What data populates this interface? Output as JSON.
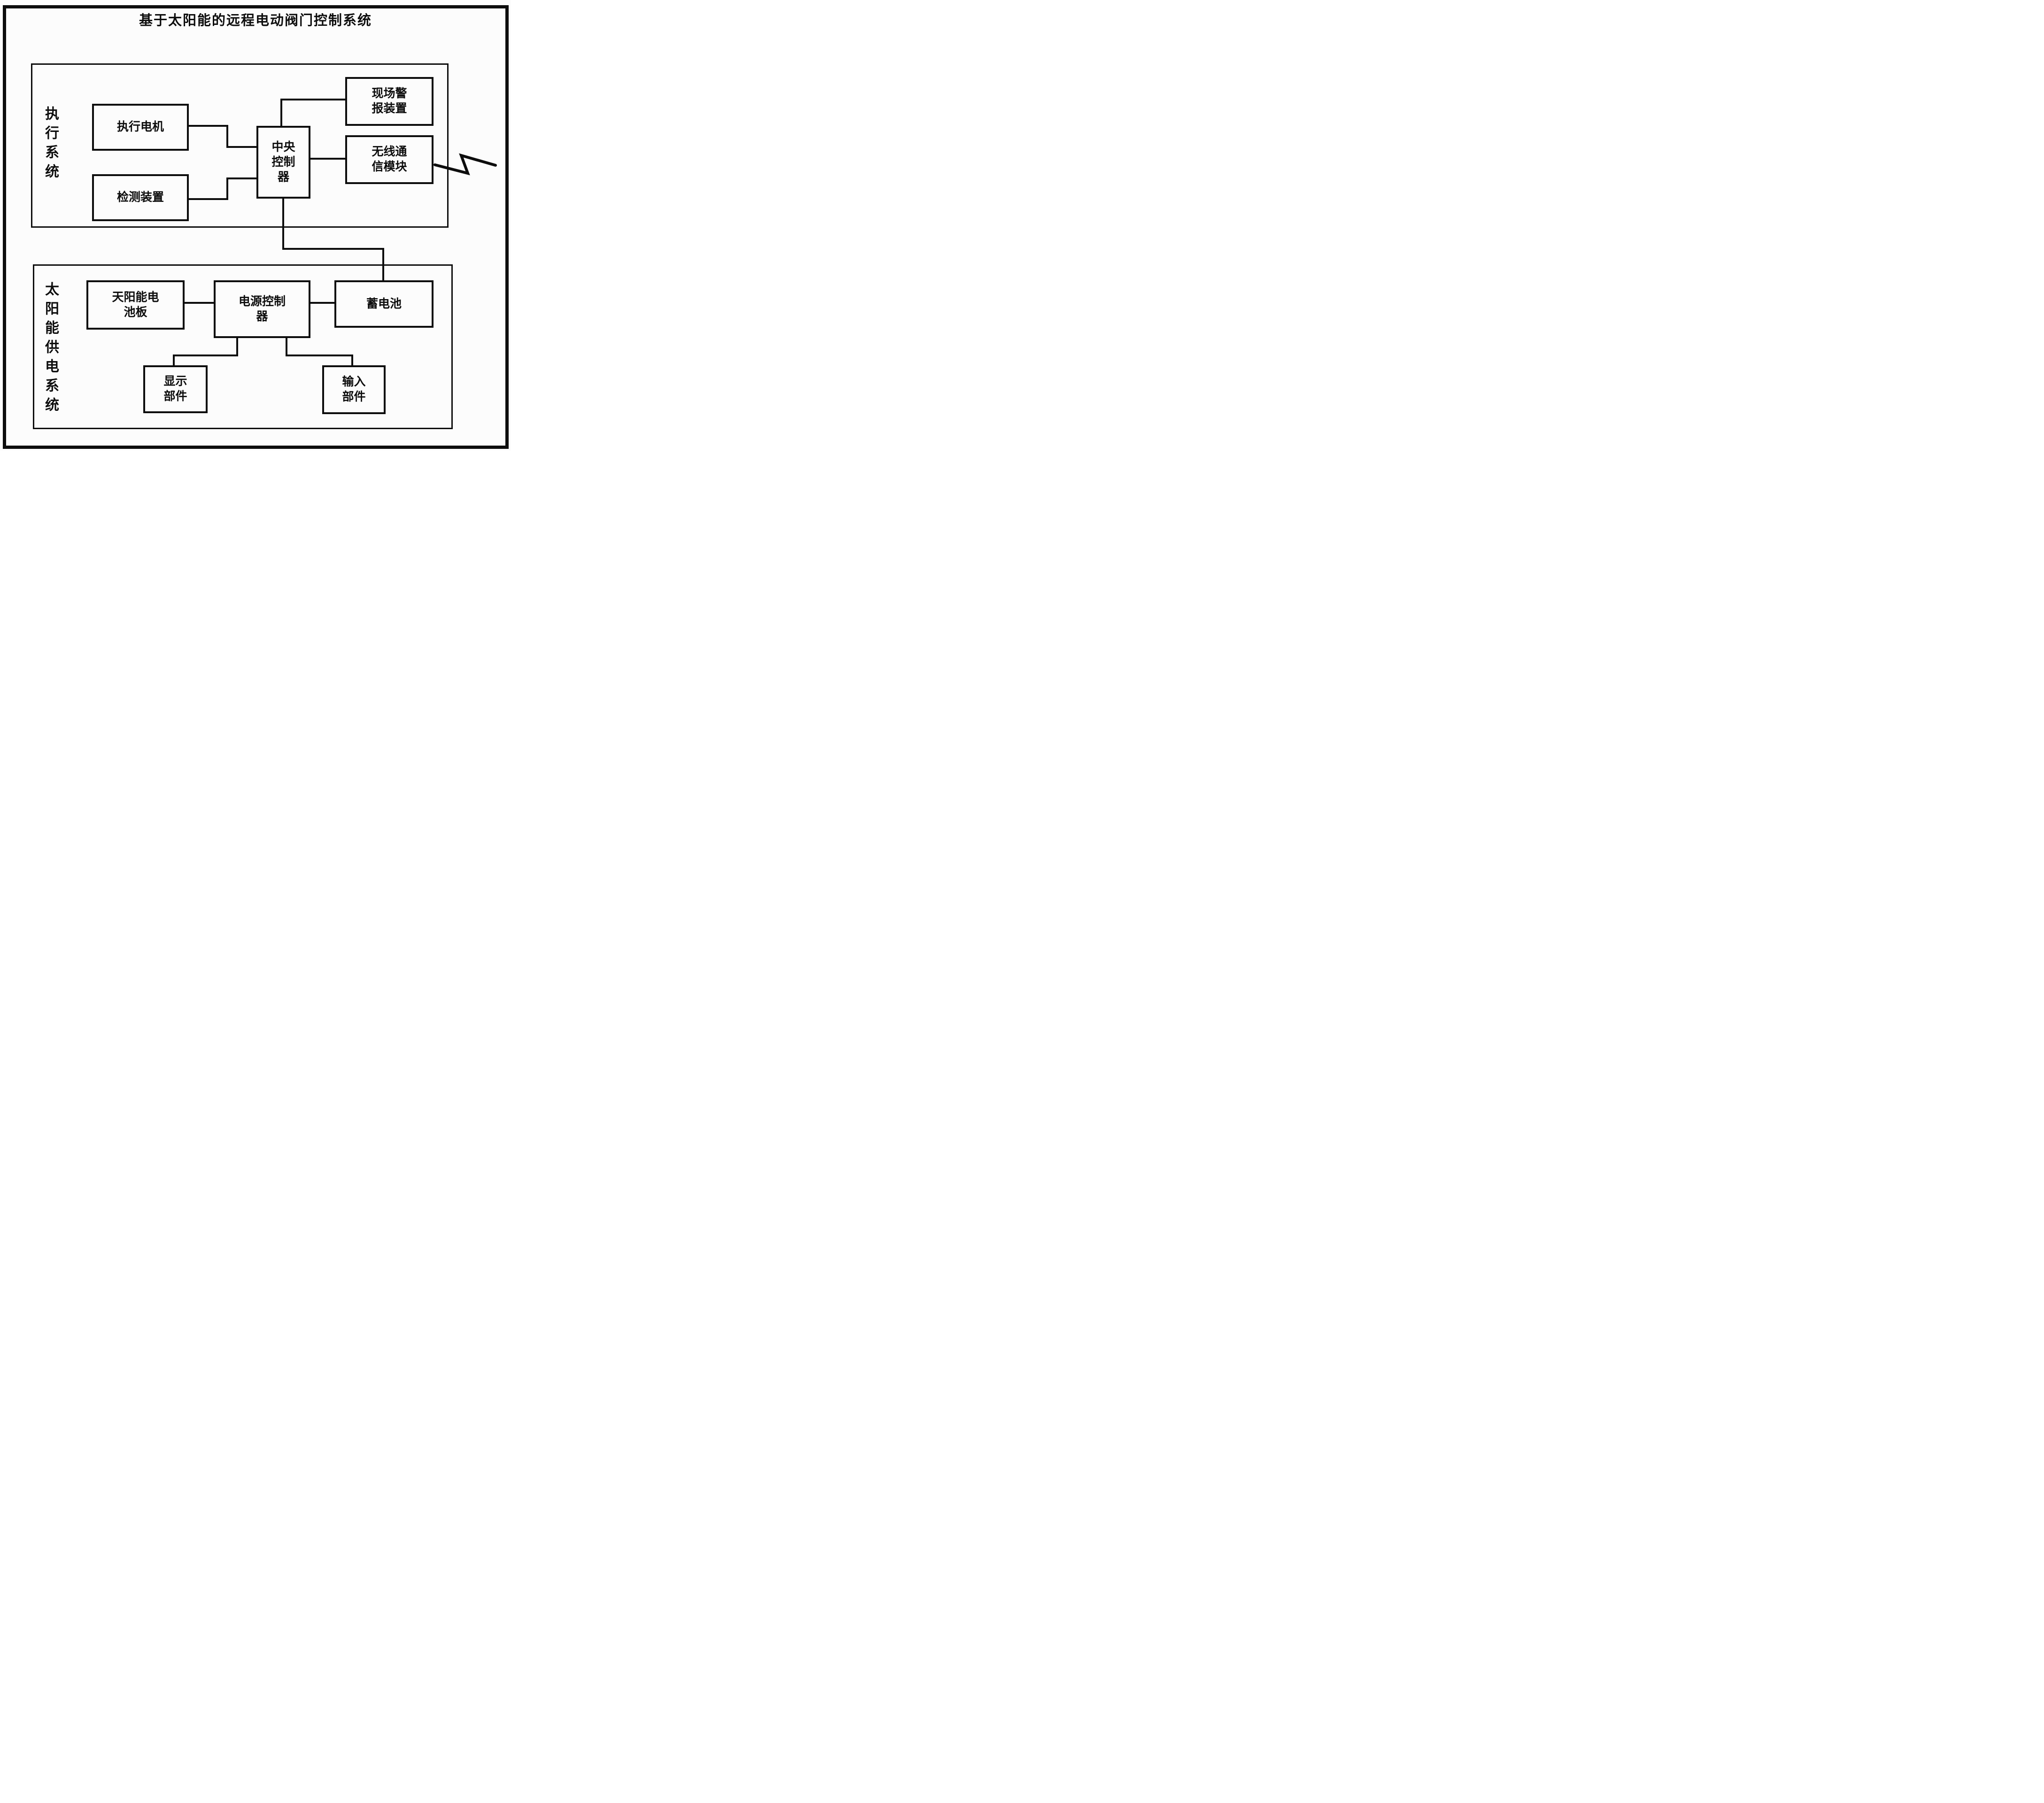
{
  "title": "基于太阳能的远程电动阀门控制系统",
  "colors": {
    "line": "#0d0d0d",
    "background": "#fcfcfc"
  },
  "systems": {
    "execution": {
      "label": "执行系统",
      "boxes": {
        "motor": {
          "lines": [
            "执行电机"
          ]
        },
        "detector": {
          "lines": [
            "检测装置"
          ]
        },
        "central_controller": {
          "lines": [
            "中央",
            "控制",
            "器"
          ]
        },
        "alarm": {
          "lines": [
            "现场警",
            "报装置"
          ]
        },
        "wireless": {
          "lines": [
            "无线通",
            "信模块"
          ]
        }
      }
    },
    "solar": {
      "label": "太阳能供电系统",
      "boxes": {
        "panel": {
          "lines": [
            "天阳能电",
            "池板"
          ]
        },
        "power_controller": {
          "lines": [
            "电源控制",
            "器"
          ]
        },
        "battery": {
          "lines": [
            "蓄电池"
          ]
        },
        "display": {
          "lines": [
            "显示",
            "部件"
          ]
        },
        "input": {
          "lines": [
            "输入",
            "部件"
          ]
        }
      }
    }
  },
  "icons": {
    "wireless_signal": "lightning-zigzag"
  }
}
